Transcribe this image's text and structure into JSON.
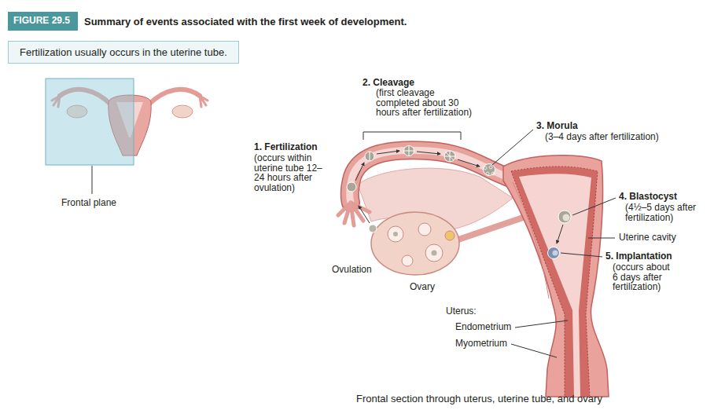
{
  "diagram": {
    "title": "Summary of events associated with the first week of development.",
    "caption": "Frontal section through uterus, uterine tube, and ovary",
    "nodes": [
      {
        "text": [
          "FIGURE 29.5"
        ]
      },
      {
        "text": [
          "Fertilization usually occurs in the uterine tube."
        ]
      }
    ],
    "labels": [
      "Frontal plane",
      "1. Fertilization",
      "(occurs within uterine tube 12–24 hours after ovulation)",
      "2. Cleavage",
      "(first cleavage completed about 30 hours after fertilization)",
      "3. Morula",
      "(3–4 days after fertilization)",
      "4. Blastocyst",
      "(4½–5 days after fertilization)",
      "Uterine cavity",
      "5. Implantation",
      "(occurs about 6 days after fertilization)",
      "Ovulation",
      "Ovary",
      "Uterus:",
      "Endometrium",
      "Myometrium"
    ]
  }
}
